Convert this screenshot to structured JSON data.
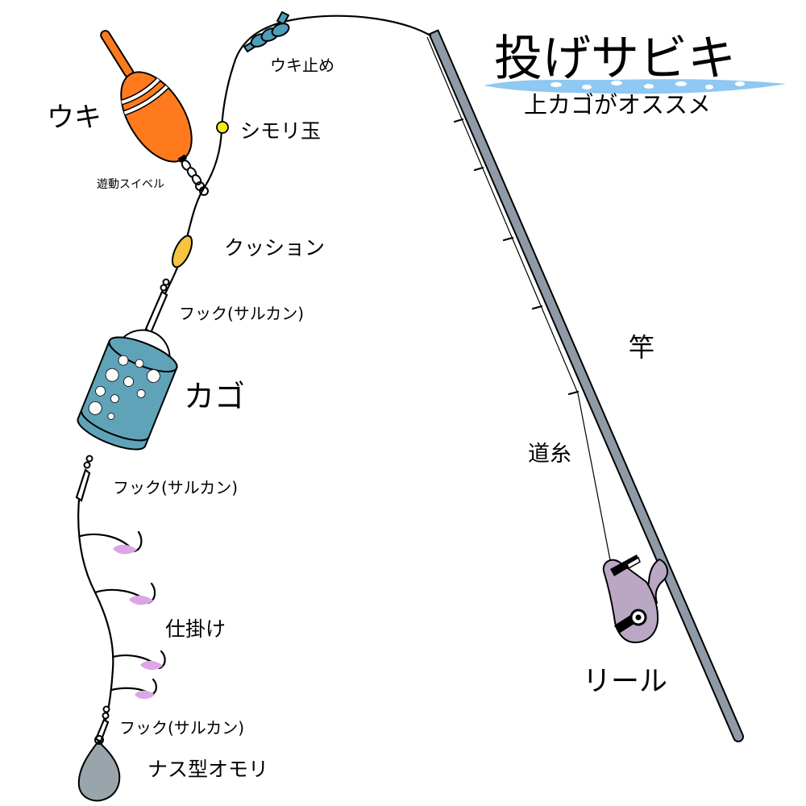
{
  "title": {
    "main": "投げサビキ",
    "sub": "上カゴがオススメ"
  },
  "labels": {
    "float": "ウキ",
    "float_stop": "ウキ止め",
    "sinker_bead": "シモリ玉",
    "swivel": "遊動スイベル",
    "cushion": "クッション",
    "hook_upper": "フック(サルカン)",
    "basket": "カゴ",
    "hook_middle": "フック(サルカン)",
    "rig": "仕掛け",
    "hook_lower": "フック(サルカン)",
    "sinker": "ナス型オモリ",
    "rod": "竿",
    "main_line": "道糸",
    "reel": "リール"
  },
  "colors": {
    "float": "#ff7a1c",
    "float_stop_knot": "#4f9dba",
    "sinker_bead": "#f4ec1a",
    "cushion": "#f5c53f",
    "basket": "#5fa3b8",
    "lure": "#dca6e6",
    "sinker": "#9aa4ab",
    "rod": "#8e9aa6",
    "reel": "#b9a7c3",
    "title_underline": "#8fc8f2"
  }
}
